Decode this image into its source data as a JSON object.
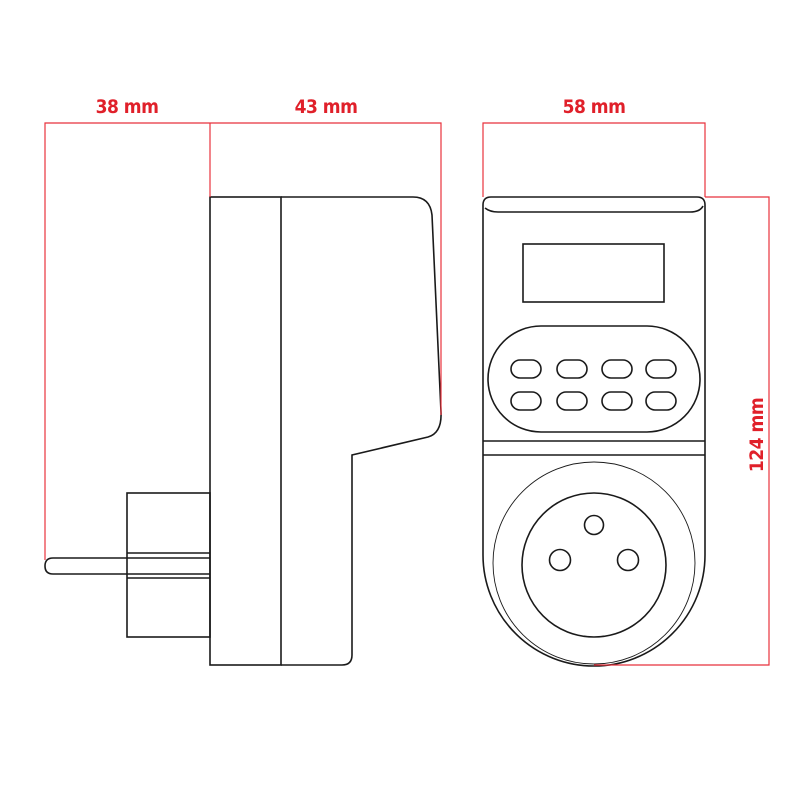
{
  "dimensions": {
    "plug_depth": "38 mm",
    "body_depth": "43 mm",
    "width": "58 mm",
    "height": "124 mm"
  },
  "colors": {
    "dimension": "#e0202a",
    "outline": "#1a1a1a"
  }
}
